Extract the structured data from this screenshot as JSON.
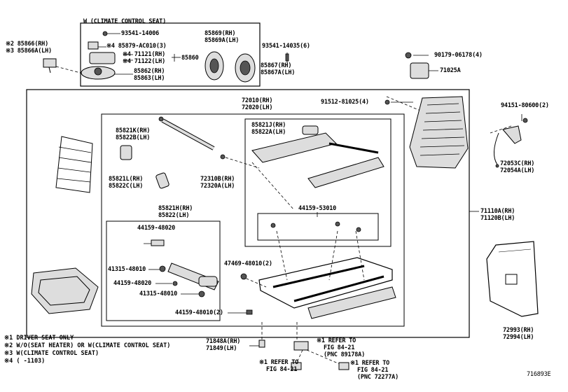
{
  "title": "W (CLIMATE CONTROL SEAT)",
  "diagram_code": "716893E",
  "labels": {
    "p85866": "※2 85866(RH)",
    "p85866a": "※3 85866A(LH)",
    "p93541_14006": "93541-14006",
    "p85879": "※4 85879-AC010(3)",
    "p71121": "※4 71121(RH)",
    "p71122": "※4 71122(LH)",
    "p85860": "85860",
    "p85862": "85862(RH)",
    "p85863": "85863(LH)",
    "p85869": "85869(RH)",
    "p85869a": "85869A(LH)",
    "p93541_14035": "93541-14035(6)",
    "p85867": "85867(RH)",
    "p85867a": "85867A(LH)",
    "p90179": "90179-06178(4)",
    "p71025a": "71025A",
    "p72010": "72010(RH)",
    "p72020": "72020(LH)",
    "p91512": "91512-81025(4)",
    "p94151": "94151-80600(2)",
    "p85821k": "85821K(RH)",
    "p85822b": "85822B(LH)",
    "p85821j": "85821J(RH)",
    "p85822a": "85822A(LH)",
    "p72053c": "72053C(RH)",
    "p72054a": "72054A(LH)",
    "p85821l": "85821L(RH)",
    "p85822c": "85822C(LH)",
    "p72310b": "72310B(RH)",
    "p72320a": "72320A(LH)",
    "p44159_53010": "44159-53010",
    "p71110a": "71110A(RH)",
    "p71120b": "71120B(LH)",
    "p85821h": "85821H(RH)",
    "p85822": "85822(LH)",
    "p44159_48020a": "44159-48020",
    "p41315a": "41315-48010",
    "p47469": "47469-48010(2)",
    "p44159_48020b": "44159-48020",
    "p41315b": "41315-48010",
    "p44159_48010": "44159-48010(2)",
    "p72993": "72993(RH)",
    "p72994": "72994(LH)",
    "p71848a": "71848A(RH)",
    "p71849": "71849(LH)",
    "ref1a": "※1 REFER TO",
    "ref1b": "FIG 84-21",
    "ref1c": "(PNC 89178A)",
    "ref2a": "※1 REFER TO",
    "ref2b": "FIG 84-21",
    "ref3a": "※1 REFER TO",
    "ref3b": "FIG 84-21",
    "ref3c": "(PNC 72277A)"
  },
  "notes": [
    "※1 DRIVER SEAT ONLY",
    "※2 W/O(SEAT HEATER) OR W(CLIMATE CONTROL SEAT)",
    "※3 W(CLIMATE CONTROL SEAT)",
    "※4 (      -1103)"
  ]
}
